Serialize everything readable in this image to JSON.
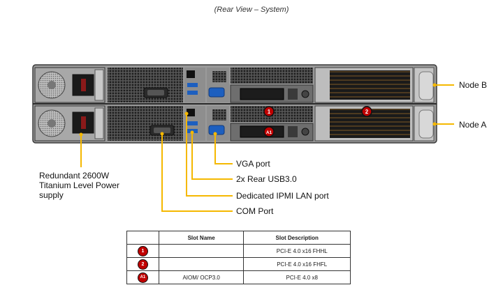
{
  "caption": "(Rear View – System)",
  "nodes": {
    "node_b": "Node B",
    "node_a": "Node A"
  },
  "slot_markers": {
    "m1": "1",
    "m2": "2",
    "a1": "A1"
  },
  "callouts": {
    "psu_line1": "Redundant  2600W",
    "psu_line2": "Titanium Level Power",
    "psu_line3": "supply",
    "vga": "VGA port",
    "usb": "2x Rear USB3.0",
    "ipmi": "Dedicated IPMI  LAN port",
    "com": "COM Port"
  },
  "table": {
    "headers": [
      "",
      "Slot Name",
      "Slot Description"
    ],
    "rows": [
      {
        "badge": "1",
        "name": "",
        "desc": "PCI-E 4.0 x16 FHHL"
      },
      {
        "badge": "2",
        "name": "",
        "desc": "PCI-E 4.0 x16 FHFL"
      },
      {
        "badge": "A1",
        "name": "AIOM/ OCP3.0",
        "desc": "PCI-E 4.0 x8"
      }
    ]
  },
  "colors": {
    "callout_line": "#f5b800",
    "badge_fill": "#c00000",
    "chassis": "#8c8c8c"
  }
}
